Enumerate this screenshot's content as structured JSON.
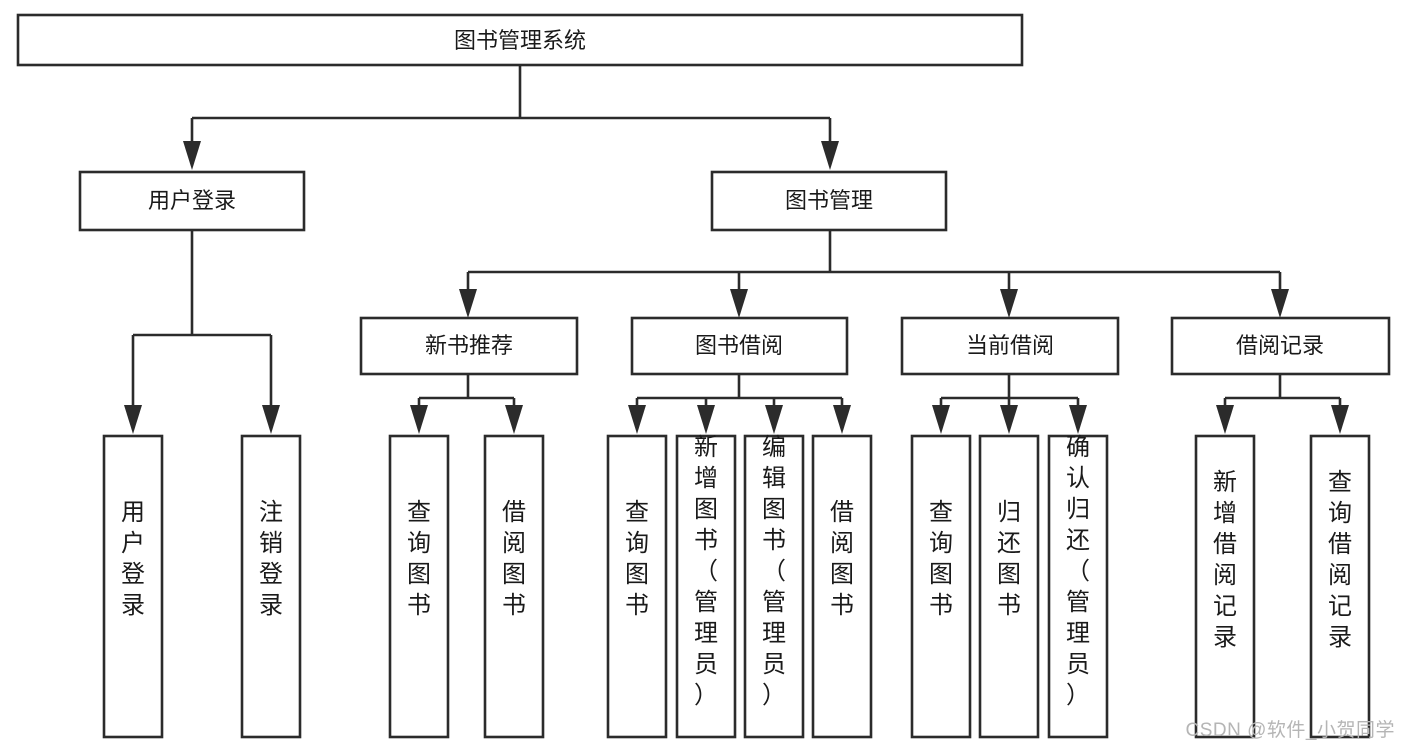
{
  "diagram": {
    "type": "tree-hierarchy-chart",
    "title": "图书管理系统",
    "watermark": "CSDN @软件_小贺同学",
    "nodes": {
      "root": {
        "label": "图书管理系统",
        "level": 0
      },
      "l2": [
        {
          "id": "user-login",
          "label": "用户登录"
        },
        {
          "id": "book-manage",
          "label": "图书管理"
        }
      ],
      "l3": [
        {
          "id": "new-book-rec",
          "label": "新书推荐",
          "parent": "book-manage"
        },
        {
          "id": "book-borrow",
          "label": "图书借阅",
          "parent": "book-manage"
        },
        {
          "id": "current-borrow",
          "label": "当前借阅",
          "parent": "book-manage"
        },
        {
          "id": "borrow-record",
          "label": "借阅记录",
          "parent": "book-manage"
        }
      ],
      "leaves": {
        "user-login": [
          {
            "id": "leaf-user-login",
            "label": "用户登录"
          },
          {
            "id": "leaf-logout-login",
            "label": "注销登录"
          }
        ],
        "new-book-rec": [
          {
            "id": "leaf-query-book-1",
            "label": "查询图书"
          },
          {
            "id": "leaf-borrow-book-1",
            "label": "借阅图书"
          }
        ],
        "book-borrow": [
          {
            "id": "leaf-query-book-2",
            "label": "查询图书"
          },
          {
            "id": "leaf-add-book",
            "label": "新增图书（管理员）"
          },
          {
            "id": "leaf-edit-book",
            "label": "编辑图书（管理员）"
          },
          {
            "id": "leaf-borrow-book-2",
            "label": "借阅图书"
          }
        ],
        "current-borrow": [
          {
            "id": "leaf-query-book-3",
            "label": "查询图书"
          },
          {
            "id": "leaf-return-book",
            "label": "归还图书"
          },
          {
            "id": "leaf-confirm-return",
            "label": "确认归还（管理员）"
          }
        ],
        "borrow-record": [
          {
            "id": "leaf-add-record",
            "label": "新增借阅记录"
          },
          {
            "id": "leaf-query-record",
            "label": "查询借阅记录"
          }
        ]
      }
    },
    "colors": {
      "stroke": "#2b2b2b",
      "fill": "#ffffff",
      "text": "#1a1a1a",
      "watermark": "#b5b5b5",
      "background": "#ffffff"
    }
  }
}
